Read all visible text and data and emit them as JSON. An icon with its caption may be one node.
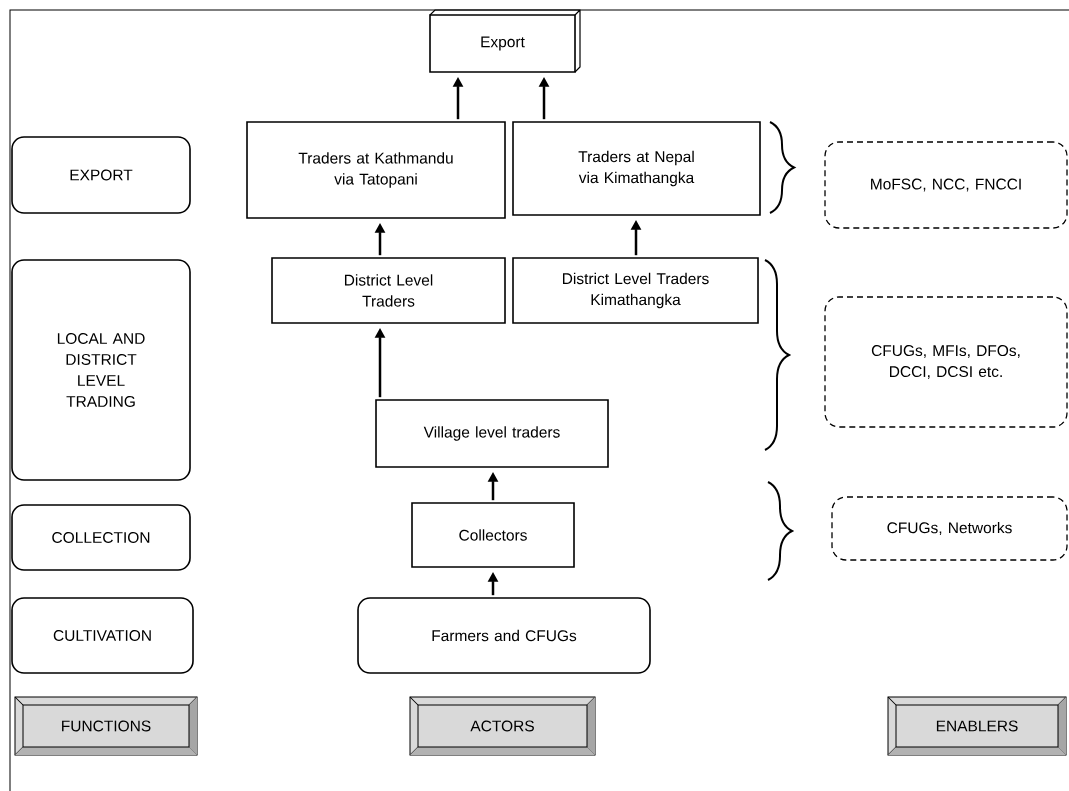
{
  "diagram": {
    "nodes": [
      {
        "text": [
          "Export"
        ]
      },
      {
        "text": [
          "EXPORT"
        ]
      },
      {
        "text": [
          "Traders at Kathmandu via Tatopani"
        ]
      },
      {
        "text": [
          "Traders at Nepal via Kimathangka"
        ]
      },
      {
        "text": [
          "MoFSC, NCC, FNCCI"
        ]
      },
      {
        "text": [
          "LOCAL AND DISTRICT LEVEL TRADING"
        ]
      },
      {
        "text": [
          "District Level Traders"
        ]
      },
      {
        "text": [
          "District Level Traders Kimathangka"
        ]
      },
      {
        "text": [
          "CFUGs, MFIs, DFOs, DCCI, DCSI etc."
        ]
      },
      {
        "text": [
          "Village level traders"
        ]
      },
      {
        "text": [
          "COLLECTION"
        ]
      },
      {
        "text": [
          "Collectors"
        ]
      },
      {
        "text": [
          "CFUGs, Networks"
        ]
      },
      {
        "text": [
          "CULTIVATION"
        ]
      },
      {
        "text": [
          "Farmers and CFUGs"
        ]
      },
      {
        "text": [
          "FUNCTIONS"
        ]
      },
      {
        "text": [
          "ACTORS"
        ]
      },
      {
        "text": [
          "ENABLERS"
        ]
      }
    ],
    "edges": [
      {
        "from": 14,
        "to": 11,
        "arrow": "to"
      },
      {
        "from": 11,
        "to": 9,
        "arrow": "to"
      },
      {
        "from": 9,
        "to": 6,
        "arrow": "to"
      },
      {
        "from": 6,
        "to": 2,
        "arrow": "to"
      },
      {
        "from": 7,
        "to": 3,
        "arrow": "to"
      },
      {
        "from": 2,
        "to": 0,
        "arrow": "to"
      },
      {
        "from": 3,
        "to": 0,
        "arrow": "to"
      }
    ]
  }
}
